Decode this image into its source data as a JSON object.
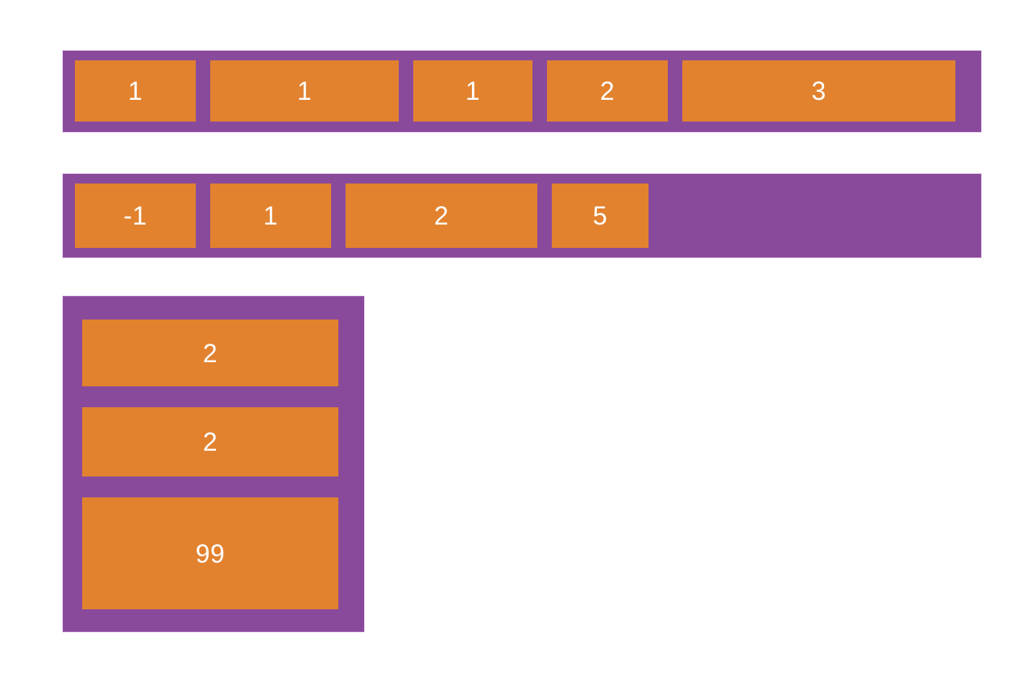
{
  "colors": {
    "background": "#ffffff",
    "container_purple": "#8a4a9c",
    "item_orange": "#e2822f",
    "label_text": "#ffffff"
  },
  "diagram": {
    "description": "flexbox-grow-illustration",
    "rows": [
      {
        "name": "row-container-1",
        "direction": "row",
        "items": [
          {
            "label": "1"
          },
          {
            "label": "1"
          },
          {
            "label": "1"
          },
          {
            "label": "2"
          },
          {
            "label": "3"
          }
        ]
      },
      {
        "name": "row-container-2",
        "direction": "row",
        "items": [
          {
            "label": "-1"
          },
          {
            "label": "1"
          },
          {
            "label": "2"
          },
          {
            "label": "5"
          }
        ]
      },
      {
        "name": "column-container",
        "direction": "column",
        "items": [
          {
            "label": "2"
          },
          {
            "label": "2"
          },
          {
            "label": "99"
          }
        ]
      }
    ]
  }
}
